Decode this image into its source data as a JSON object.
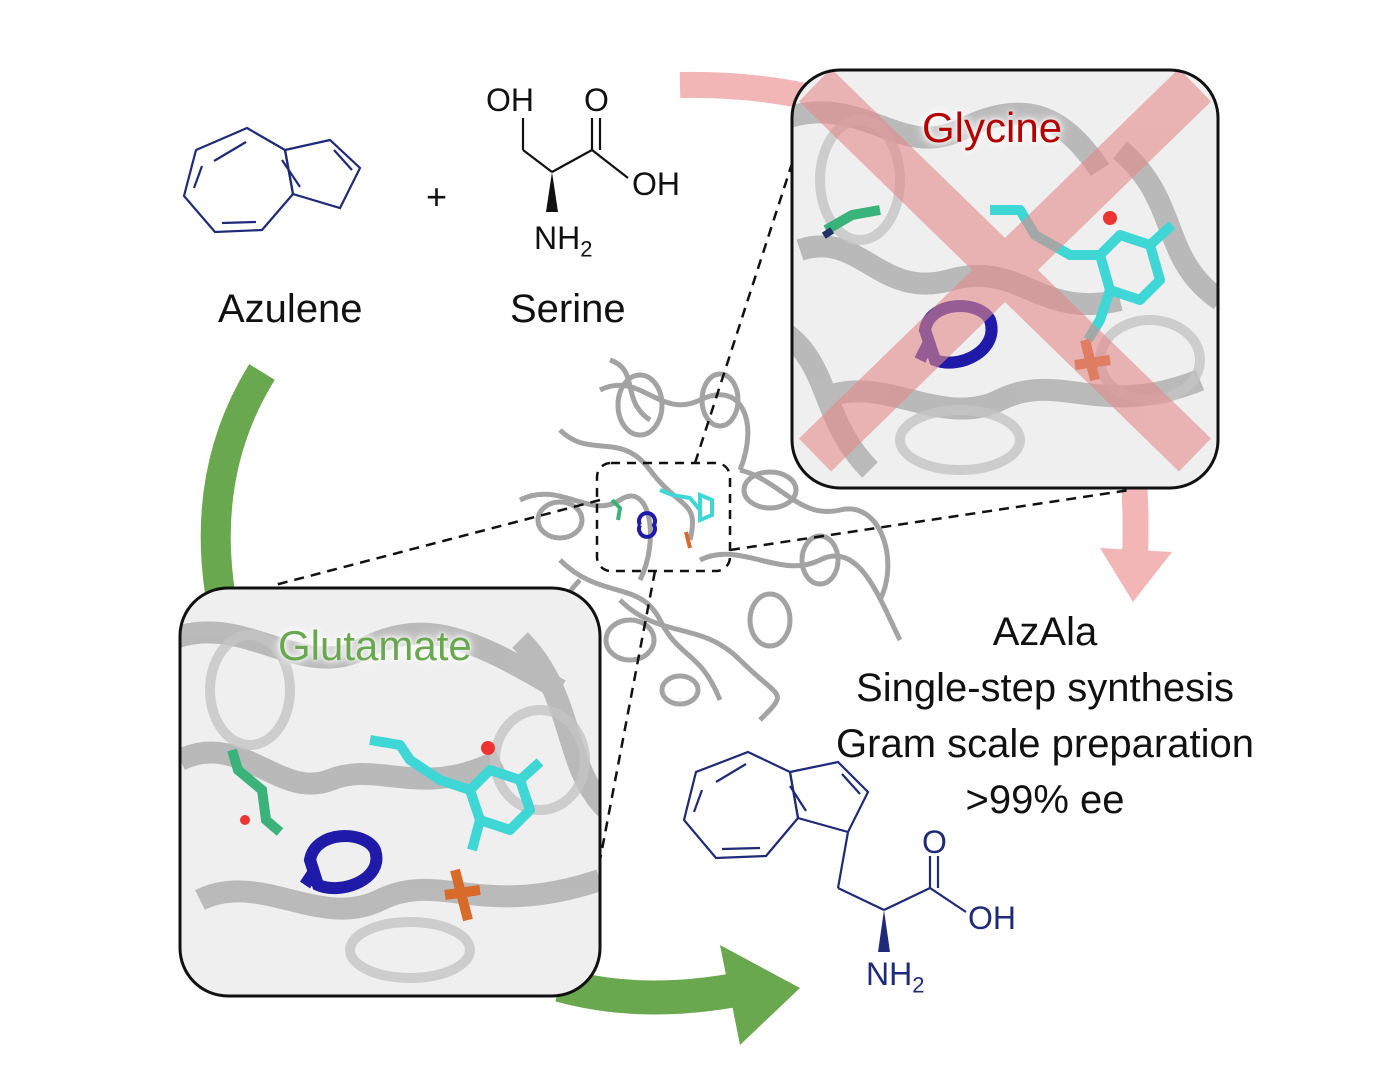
{
  "reactants": {
    "azulene_label": "Azulene",
    "plus": "+",
    "serine_label": "Serine",
    "serine_oh": "OH",
    "serine_o": "O",
    "serine_cooh_oh": "OH",
    "serine_nh": "NH",
    "serine_nh_sub": "2"
  },
  "insets": {
    "glycine": {
      "title": "Glycine",
      "title_color": "#b40000",
      "outcome": "rejected"
    },
    "glutamate": {
      "title": "Glutamate",
      "title_color": "#6aa84f",
      "outcome": "accepted"
    }
  },
  "result": {
    "lines": [
      "AzAla",
      "Single-step synthesis",
      "Gram scale preparation",
      ">99% ee"
    ]
  },
  "product": {
    "o": "O",
    "oh": "OH",
    "nh": "NH",
    "nh_sub": "2"
  },
  "colors": {
    "green_arrow": "#6aa84f",
    "red_arrow": "#f2b6b6",
    "azulene": "#1f2a78",
    "ligand_cyan": "#3fd6d6",
    "residue_green": "#3ab37a",
    "phosphate": "#d86a2a",
    "protein_gray": "#9a9a9a"
  }
}
